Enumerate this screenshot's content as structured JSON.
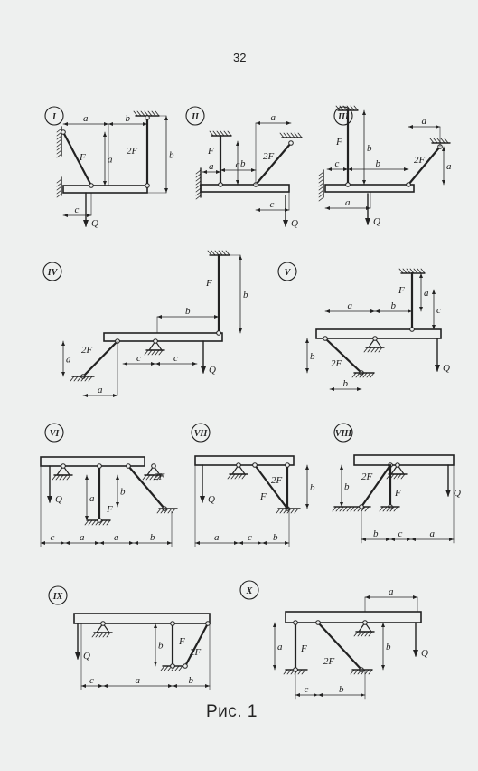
{
  "page_number": "32",
  "caption": "Рис. 1",
  "schemes": [
    {
      "id": "I",
      "labels": {
        "a": "a",
        "b": "b",
        "c": "c",
        "F": "F",
        "F2": "2F",
        "Q": "Q"
      }
    },
    {
      "id": "II",
      "labels": {
        "a": "a",
        "b": "b",
        "c": "c",
        "F": "F",
        "F2": "2F",
        "Q": "Q"
      }
    },
    {
      "id": "III",
      "labels": {
        "a": "a",
        "b": "b",
        "c": "c",
        "F": "F",
        "F2": "2F",
        "Q": "Q"
      }
    },
    {
      "id": "IV",
      "labels": {
        "a": "a",
        "b": "b",
        "c": "c",
        "F": "F",
        "F2": "2F",
        "Q": "Q"
      }
    },
    {
      "id": "V",
      "labels": {
        "a": "a",
        "b": "b",
        "c": "c",
        "F": "F",
        "F2": "2F",
        "Q": "Q"
      }
    },
    {
      "id": "VI",
      "labels": {
        "a": "a",
        "b": "b",
        "c": "c",
        "F": "F",
        "F2": "2F",
        "Q": "Q"
      }
    },
    {
      "id": "VII",
      "labels": {
        "a": "a",
        "b": "b",
        "c": "c",
        "F": "F",
        "F2": "2F",
        "Q": "Q"
      }
    },
    {
      "id": "VIII",
      "labels": {
        "a": "a",
        "b": "b",
        "c": "c",
        "F": "F",
        "F2": "2F",
        "Q": "Q"
      }
    },
    {
      "id": "IX",
      "labels": {
        "a": "a",
        "b": "b",
        "c": "c",
        "F": "F",
        "F2": "2F",
        "Q": "Q"
      }
    },
    {
      "id": "X",
      "labels": {
        "a": "a",
        "b": "b",
        "c": "c",
        "F": "F",
        "F2": "2F",
        "Q": "Q"
      }
    }
  ],
  "colors": {
    "ink": "#222222",
    "paper": "#eef0ef"
  }
}
